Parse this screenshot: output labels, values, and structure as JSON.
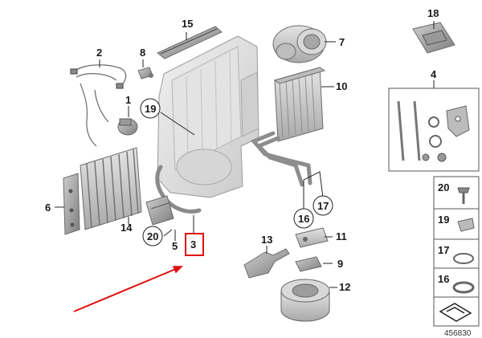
{
  "labels": {
    "p1": "1",
    "p2": "2",
    "p3": "3",
    "p4": "4",
    "p5": "5",
    "p6": "6",
    "p7": "7",
    "p8": "8",
    "p9": "9",
    "p10": "10",
    "p11": "11",
    "p12": "12",
    "p13": "13",
    "p14": "14",
    "p15": "15",
    "p16": "16",
    "p17": "17",
    "p18": "18",
    "p19": "19",
    "p20": "20"
  },
  "legend": {
    "l20": "20",
    "l19": "19",
    "l17": "17",
    "l16": "16"
  },
  "reference_number": "456830",
  "highlight": {
    "label_color": "#e01010",
    "arrow_color": "#e01010"
  }
}
